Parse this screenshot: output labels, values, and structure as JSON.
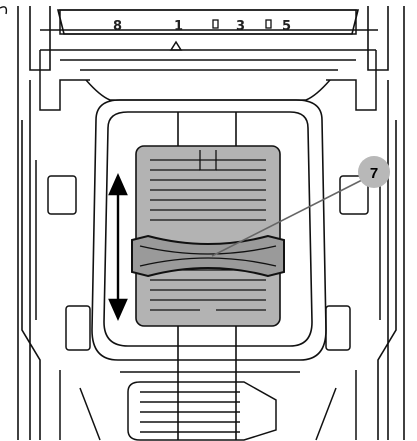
{
  "height_scale": {
    "marks": [
      "8",
      "1",
      "3",
      "5"
    ],
    "pointer": "triangle-pointer"
  },
  "callout": {
    "number": "7",
    "target": "height-adjust-handle"
  },
  "adjustment": {
    "direction": "vertical-up-down",
    "icon": "double-arrow-icon"
  },
  "colors": {
    "line": "#111111",
    "panel": "#b3b3b3",
    "callout_fill": "#b8b8b8",
    "background": "#ffffff"
  }
}
